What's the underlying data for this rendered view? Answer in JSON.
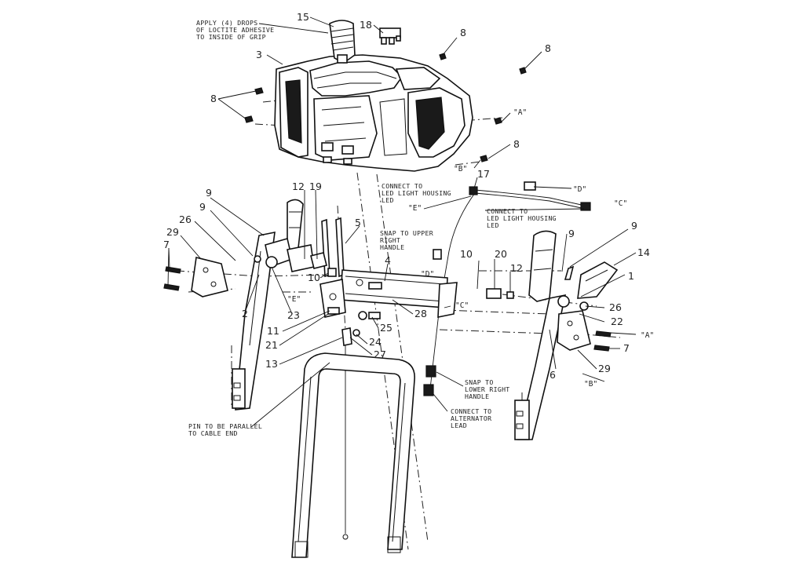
{
  "callouts": {
    "c1": "1",
    "c2": "2",
    "c3": "3",
    "c4": "4",
    "c5": "5",
    "c6": "6",
    "c7a": "7",
    "c7b": "7",
    "c8a": "8",
    "c8b": "8",
    "c8c": "8",
    "c8d": "8",
    "c9a": "9",
    "c9b": "9",
    "c9c": "9",
    "c9d": "9",
    "c10a": "10",
    "c10b": "10",
    "c11": "11",
    "c12a": "12",
    "c12b": "12",
    "c13": "13",
    "c14": "14",
    "c15": "15",
    "c17": "17",
    "c18": "18",
    "c19": "19",
    "c20": "20",
    "c21": "21",
    "c22": "22",
    "c23": "23",
    "c24": "24",
    "c25": "25",
    "c26a": "26",
    "c26b": "26",
    "c27": "27",
    "c28": "28",
    "c29a": "29",
    "c29b": "29"
  },
  "refs": {
    "a1": "\"A\"",
    "a2": "\"A\"",
    "b1": "\"B\"",
    "b2": "\"B\"",
    "c1": "\"C\"",
    "c2": "\"C\"",
    "d1": "\"D\"",
    "d2": "\"D\"",
    "e1": "\"E\"",
    "e2": "\"E\""
  },
  "notes": {
    "loctite": [
      "APPLY (4) DROPS",
      "OF LOCTITE ADHESIVE",
      "TO INSIDE OF GRIP"
    ],
    "led_housing_1": [
      "CONNECT TO",
      "LED LIGHT HOUSING",
      "LED"
    ],
    "led_housing_2": [
      "CONNECT TO",
      "LED LIGHT HOUSING",
      "LED"
    ],
    "snap_upper": [
      "SNAP TO UPPER",
      "RIGHT",
      "HANDLE"
    ],
    "snap_lower": [
      "SNAP TO",
      "LOWER RIGHT",
      "HANDLE"
    ],
    "alternator": [
      "CONNECT TO",
      "ALTERNATOR",
      "LEAD"
    ],
    "pin_parallel": [
      "PIN TO BE PARALLEL",
      "TO CABLE END"
    ]
  }
}
